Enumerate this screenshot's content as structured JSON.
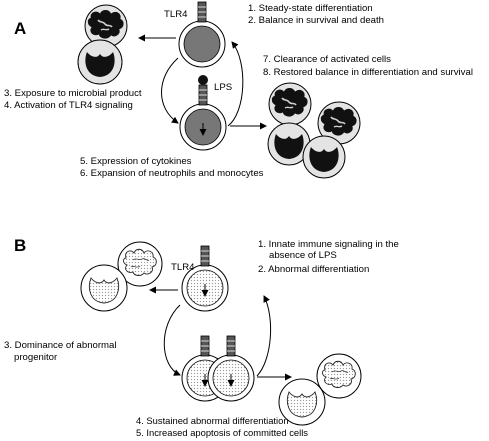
{
  "panel_a": {
    "letter": "A",
    "receptor_label": "TLR4",
    "ligand_label": "LPS",
    "steady_state": [
      "1. Steady-state differentiation",
      "2. Balance in survival and death"
    ],
    "exposure": [
      "3. Exposure to microbial product",
      "4. Activation of TLR4 signaling"
    ],
    "cytokines": [
      "5. Expression of cytokines",
      "6. Expansion of neutrophils and monocytes"
    ],
    "clearance": [
      "7. Clearance of activated cells",
      "8. Restored balance in differentiation and survival"
    ]
  },
  "panel_b": {
    "letter": "B",
    "receptor_label": "TLR4",
    "innate": [
      "1. Innate immune signaling in the",
      "absence of LPS",
      "2. Abnormal differentiation"
    ],
    "dominance": [
      "3. Dominance of abnormal",
      "progenitor"
    ],
    "sustained": [
      "4. Sustained abnormal differentiation",
      "5. Increased apoptosis of committed cells"
    ]
  },
  "colors": {
    "normal_nucleus": "#7a7a7a",
    "cell_fill": "#e4e4e4",
    "receptor_fill": "#555555",
    "abnormal_stipple": "#bdbdbd"
  }
}
